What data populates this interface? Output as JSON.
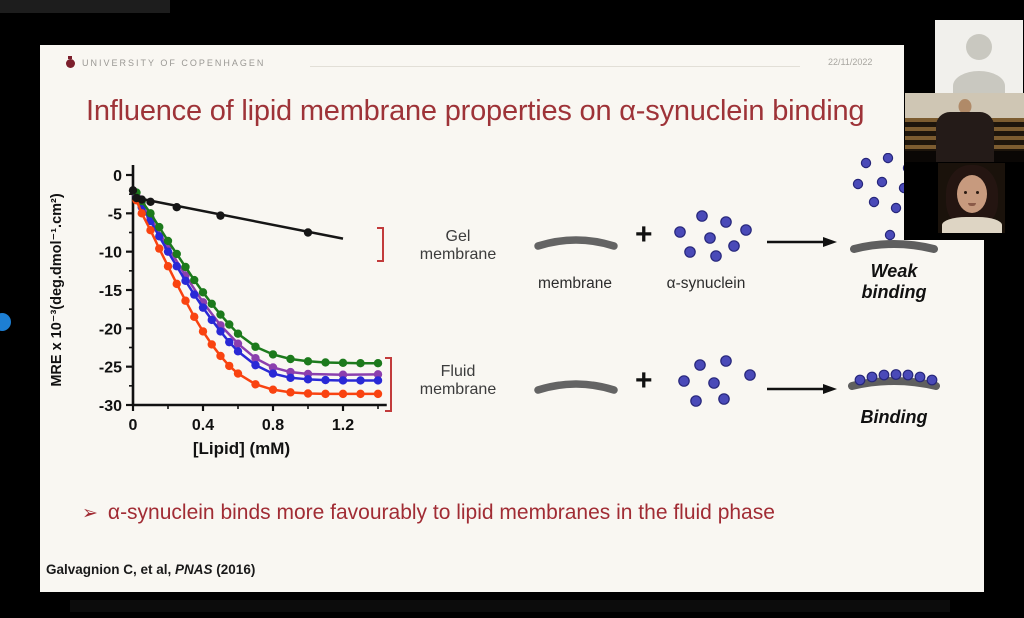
{
  "slide": {
    "university": "UNIVERSITY OF COPENHAGEN",
    "date": "22/11/2022",
    "title": "Influence of lipid membrane properties on α-synuclein binding",
    "bullet_glyph": "➢",
    "bullet": "α-synuclein binds more favourably to lipid membranes in the fluid phase",
    "citation": {
      "authors": "Galvagnion C, et al, ",
      "journal": "PNAS",
      "year": " (2016)"
    }
  },
  "diagram": {
    "gel": {
      "label_line1": "Gel",
      "label_line2": "membrane",
      "result": "Weak binding"
    },
    "fluid": {
      "label_line1": "Fluid",
      "label_line2": "membrane",
      "result": "Binding"
    },
    "membrane_label": "membrane",
    "synuclein_label": "α-synuclein",
    "plus": "+",
    "colors": {
      "membrane": "#646464",
      "synuclein_fill": "#4a4ab8",
      "synuclein_edge": "#26267a",
      "bracket": "#c23b3b"
    }
  },
  "chart_data": {
    "type": "line",
    "title": "",
    "xlabel": "[Lipid] (mM)",
    "ylabel": "MRE x 10⁻³(deg.dmol⁻¹.cm²)",
    "xlim": [
      0,
      1.45
    ],
    "ylim": [
      -30,
      0
    ],
    "xticks": [
      0,
      0.4,
      0.8,
      1.2
    ],
    "xminor": [
      0.2,
      0.6,
      1.0,
      1.4
    ],
    "yticks": [
      0,
      -5,
      -10,
      -15,
      -20,
      -25,
      -30
    ],
    "yminor": [
      -2.5,
      -7.5,
      -12.5,
      -17.5,
      -22.5,
      -27.5
    ],
    "grid": false,
    "legend": "none",
    "series": [
      {
        "name": "fluid-membrane-purple",
        "color": "#8b3fae",
        "points": [
          [
            0.02,
            -2.8
          ],
          [
            0.05,
            -3.9
          ],
          [
            0.1,
            -5.6
          ],
          [
            0.2,
            -9.4
          ],
          [
            0.3,
            -13.1
          ],
          [
            0.4,
            -16.6
          ],
          [
            0.5,
            -19.6
          ],
          [
            0.6,
            -22.0
          ],
          [
            0.7,
            -23.9
          ],
          [
            0.8,
            -25.1
          ],
          [
            0.9,
            -25.7
          ],
          [
            1.0,
            -25.95
          ],
          [
            1.2,
            -26.05
          ],
          [
            1.4,
            -26.0
          ]
        ]
      },
      {
        "name": "fluid-membrane-blue",
        "color": "#2929d6",
        "points": [
          [
            0.02,
            -3.0
          ],
          [
            0.05,
            -4.2
          ],
          [
            0.1,
            -6.0
          ],
          [
            0.15,
            -8.0
          ],
          [
            0.2,
            -10.0
          ],
          [
            0.25,
            -11.9
          ],
          [
            0.3,
            -13.8
          ],
          [
            0.35,
            -15.6
          ],
          [
            0.4,
            -17.3
          ],
          [
            0.45,
            -18.9
          ],
          [
            0.5,
            -20.4
          ],
          [
            0.55,
            -21.8
          ],
          [
            0.6,
            -23.0
          ],
          [
            0.7,
            -24.8
          ],
          [
            0.8,
            -25.9
          ],
          [
            0.9,
            -26.45
          ],
          [
            1.0,
            -26.65
          ],
          [
            1.1,
            -26.75
          ],
          [
            1.2,
            -26.8
          ],
          [
            1.3,
            -26.8
          ],
          [
            1.4,
            -26.8
          ]
        ]
      },
      {
        "name": "fluid-membrane-green",
        "color": "#1c7a1c",
        "points": [
          [
            0.02,
            -2.3
          ],
          [
            0.05,
            -3.4
          ],
          [
            0.1,
            -5.0
          ],
          [
            0.15,
            -6.8
          ],
          [
            0.2,
            -8.6
          ],
          [
            0.25,
            -10.3
          ],
          [
            0.3,
            -12.0
          ],
          [
            0.35,
            -13.7
          ],
          [
            0.4,
            -15.3
          ],
          [
            0.45,
            -16.8
          ],
          [
            0.5,
            -18.2
          ],
          [
            0.55,
            -19.5
          ],
          [
            0.6,
            -20.7
          ],
          [
            0.7,
            -22.4
          ],
          [
            0.8,
            -23.4
          ],
          [
            0.9,
            -24.0
          ],
          [
            1.0,
            -24.3
          ],
          [
            1.1,
            -24.45
          ],
          [
            1.2,
            -24.5
          ],
          [
            1.3,
            -24.55
          ],
          [
            1.4,
            -24.55
          ]
        ]
      },
      {
        "name": "fluid-membrane-orange",
        "color": "#f94310",
        "points": [
          [
            0.02,
            -3.3
          ],
          [
            0.05,
            -5.0
          ],
          [
            0.1,
            -7.2
          ],
          [
            0.15,
            -9.6
          ],
          [
            0.2,
            -11.9
          ],
          [
            0.25,
            -14.2
          ],
          [
            0.3,
            -16.4
          ],
          [
            0.35,
            -18.5
          ],
          [
            0.4,
            -20.4
          ],
          [
            0.45,
            -22.1
          ],
          [
            0.5,
            -23.6
          ],
          [
            0.55,
            -24.9
          ],
          [
            0.6,
            -25.9
          ],
          [
            0.7,
            -27.3
          ],
          [
            0.8,
            -28.0
          ],
          [
            0.9,
            -28.35
          ],
          [
            1.0,
            -28.5
          ],
          [
            1.1,
            -28.55
          ],
          [
            1.2,
            -28.55
          ],
          [
            1.3,
            -28.55
          ],
          [
            1.4,
            -28.55
          ]
        ]
      },
      {
        "name": "gel-membrane-black",
        "color": "#161616",
        "points": [
          [
            0.0,
            -2.0
          ],
          [
            0.02,
            -3.0
          ],
          [
            0.05,
            -3.2
          ],
          [
            0.1,
            -3.5
          ],
          [
            0.25,
            -4.2
          ],
          [
            0.5,
            -5.3
          ],
          [
            1.0,
            -7.5
          ]
        ],
        "line": [
          [
            0.0,
            -2.9
          ],
          [
            1.2,
            -8.3
          ]
        ]
      }
    ]
  },
  "call": {
    "participants": [
      {
        "id": "participant-1",
        "type": "avatar-placeholder"
      },
      {
        "id": "participant-2",
        "type": "camera-standing-person"
      },
      {
        "id": "participant-3",
        "type": "camera-speaker"
      }
    ]
  }
}
